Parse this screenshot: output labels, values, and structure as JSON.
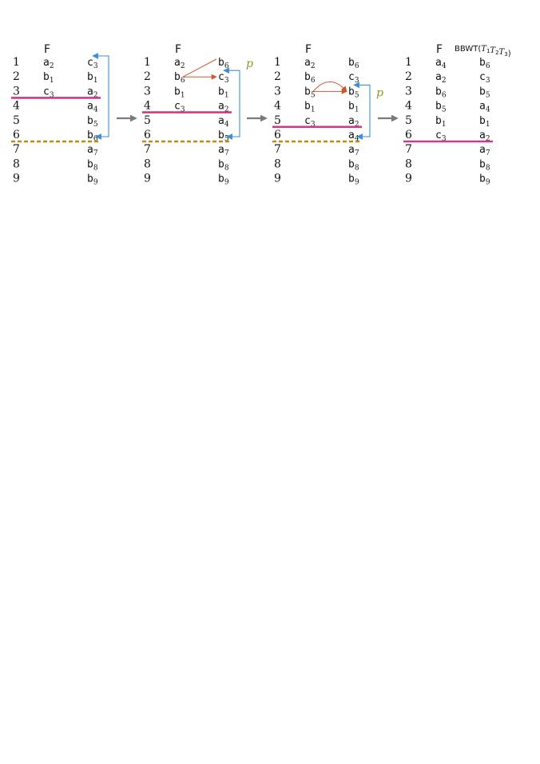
{
  "colors": {
    "solid_line": "#c83c8c",
    "dashed_line": "#c08a10",
    "blue_arrow": "#3a8fd6",
    "orange_arrow": "#d0562a",
    "grey_arrow": "#7a7a7a",
    "p_label": "#8a9a1e"
  },
  "panels": [
    {
      "header": "F",
      "row_numbers": [
        "1",
        "2",
        "3",
        "4",
        "5",
        "6",
        "7",
        "8",
        "9"
      ],
      "f_column": [
        {
          "letter": "a",
          "index": "2"
        },
        {
          "letter": "b",
          "index": "1"
        },
        {
          "letter": "c",
          "index": "3"
        },
        null,
        null,
        null,
        null,
        null,
        null
      ],
      "last_column": [
        {
          "letter": "c",
          "index": "3"
        },
        {
          "letter": "b",
          "index": "1"
        },
        {
          "letter": "a",
          "index": "2"
        },
        {
          "letter": "a",
          "index": "4"
        },
        {
          "letter": "b",
          "index": "5"
        },
        {
          "letter": "b",
          "index": "6"
        },
        {
          "letter": "a",
          "index": "7"
        },
        {
          "letter": "b",
          "index": "8"
        },
        {
          "letter": "b",
          "index": "9"
        }
      ],
      "solid_line_below_row": 3,
      "dashed_line_below_row": 6,
      "blue_arrow": {
        "from_row": 6,
        "to_row": 1
      },
      "orange_arrow": null,
      "p_label": "",
      "p_row": null
    },
    {
      "header": "F",
      "row_numbers": [
        "1",
        "2",
        "3",
        "4",
        "5",
        "6",
        "7",
        "8",
        "9"
      ],
      "f_column": [
        {
          "letter": "a",
          "index": "2"
        },
        {
          "letter": "b",
          "index": "6"
        },
        {
          "letter": "b",
          "index": "1"
        },
        {
          "letter": "c",
          "index": "3"
        },
        null,
        null,
        null,
        null,
        null
      ],
      "last_column": [
        {
          "letter": "b",
          "index": "6"
        },
        {
          "letter": "c",
          "index": "3"
        },
        {
          "letter": "b",
          "index": "1"
        },
        {
          "letter": "a",
          "index": "2"
        },
        {
          "letter": "a",
          "index": "4"
        },
        {
          "letter": "b",
          "index": "5"
        },
        {
          "letter": "a",
          "index": "7"
        },
        {
          "letter": "b",
          "index": "8"
        },
        {
          "letter": "b",
          "index": "9"
        }
      ],
      "solid_line_below_row": 4,
      "dashed_line_below_row": 6,
      "blue_arrow": {
        "from_row": 6,
        "to_row": 2
      },
      "orange_arrow": {
        "from_row": 2,
        "to_rows": [
          1,
          2
        ]
      },
      "p_label": "p",
      "p_row": 1
    },
    {
      "header": "F",
      "row_numbers": [
        "1",
        "2",
        "3",
        "4",
        "5",
        "6",
        "7",
        "8",
        "9"
      ],
      "f_column": [
        {
          "letter": "a",
          "index": "2"
        },
        {
          "letter": "b",
          "index": "6"
        },
        {
          "letter": "b",
          "index": "5"
        },
        {
          "letter": "b",
          "index": "1"
        },
        {
          "letter": "c",
          "index": "3"
        },
        null,
        null,
        null,
        null
      ],
      "last_column": [
        {
          "letter": "b",
          "index": "6"
        },
        {
          "letter": "c",
          "index": "3"
        },
        {
          "letter": "b",
          "index": "5"
        },
        {
          "letter": "b",
          "index": "1"
        },
        {
          "letter": "a",
          "index": "2"
        },
        {
          "letter": "a",
          "index": "4"
        },
        {
          "letter": "a",
          "index": "7"
        },
        {
          "letter": "b",
          "index": "8"
        },
        {
          "letter": "b",
          "index": "9"
        }
      ],
      "solid_line_below_row": 5,
      "dashed_line_below_row": 6,
      "blue_arrow": {
        "from_row": 6,
        "to_row": 3
      },
      "orange_arrow": {
        "from_row": 3,
        "to_rows": [
          3
        ]
      },
      "p_label": "p",
      "p_row": 3
    },
    {
      "header": "F",
      "row_numbers": [
        "1",
        "2",
        "3",
        "4",
        "5",
        "6",
        "7",
        "8",
        "9"
      ],
      "f_column": [
        {
          "letter": "a",
          "index": "4"
        },
        {
          "letter": "a",
          "index": "2"
        },
        {
          "letter": "b",
          "index": "6"
        },
        {
          "letter": "b",
          "index": "5"
        },
        {
          "letter": "b",
          "index": "1"
        },
        {
          "letter": "c",
          "index": "3"
        },
        null,
        null,
        null
      ],
      "last_column": [
        {
          "letter": "b",
          "index": "6"
        },
        {
          "letter": "c",
          "index": "3"
        },
        {
          "letter": "b",
          "index": "5"
        },
        {
          "letter": "a",
          "index": "4"
        },
        {
          "letter": "b",
          "index": "1"
        },
        {
          "letter": "a",
          "index": "2"
        },
        {
          "letter": "a",
          "index": "7"
        },
        {
          "letter": "b",
          "index": "8"
        },
        {
          "letter": "b",
          "index": "9"
        }
      ],
      "solid_line_below_row": 6,
      "dashed_line_below_row": null,
      "blue_arrow": null,
      "orange_arrow": null,
      "p_label": "",
      "p_row": null,
      "column_title": {
        "prefix": "BBWT(",
        "terms": [
          {
            "t": "T",
            "i": "1"
          },
          {
            "t": "T",
            "i": "2"
          },
          {
            "t": "T",
            "i": "3"
          }
        ],
        "suffix": ")"
      }
    }
  ]
}
